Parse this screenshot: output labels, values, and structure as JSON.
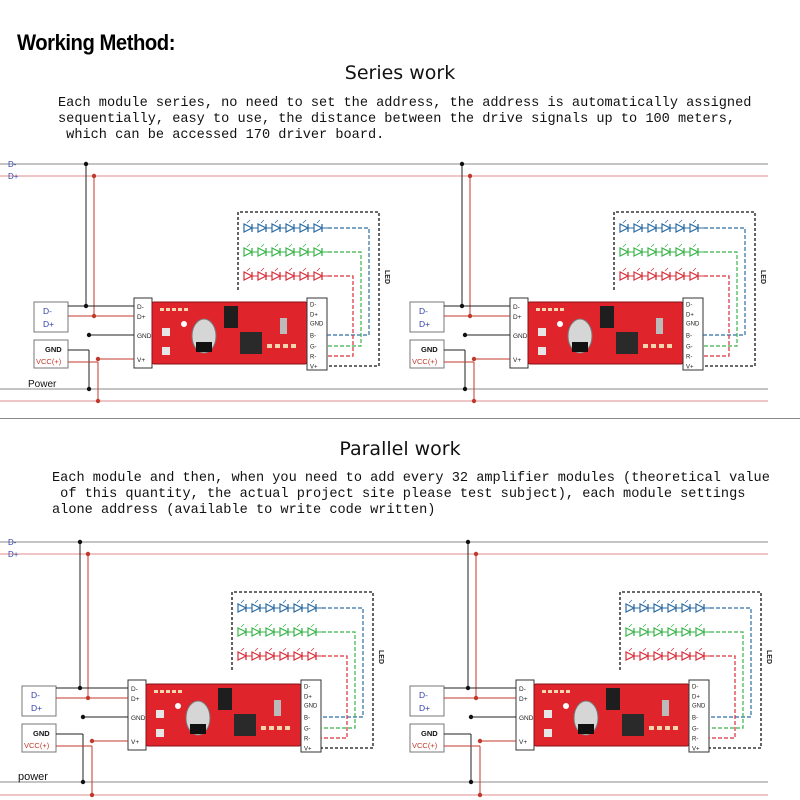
{
  "heading": "Working Method:",
  "sections": [
    {
      "title": "Series work",
      "paragraph": [
        "Each module series, no need to set the address, the address is automatically assigned",
        "sequentially, easy to use, the distance between the drive signals up to 100 meters,",
        " which can be accessed 170 driver board."
      ],
      "bus_labels": {
        "d_minus": "D-",
        "d_plus": "D+",
        "power": "Power"
      }
    },
    {
      "title": "Parallel work",
      "paragraph": [
        "Each module and then, when you need to add every 32 amplifier modules (theoretical value",
        " of this quantity, the actual project site please test subject), each module settings",
        "alone address (available to write code written)"
      ],
      "bus_labels": {
        "d_minus": "D-",
        "d_plus": "D+",
        "power": "power"
      }
    }
  ],
  "module": {
    "in_pins": [
      "D-",
      "D+",
      "GND",
      "V+"
    ],
    "out_pins": [
      "D-",
      "D+",
      "GND",
      "B-",
      "G-",
      "R-",
      "V+"
    ],
    "box_data": [
      "D-",
      "D+"
    ],
    "box_power": [
      "GND",
      "VCC(+)"
    ],
    "led_label": "LED"
  },
  "colors": {
    "black_wire": "#222222",
    "red_wire": "#c0392b",
    "bus_gray": "#999999",
    "blue": "#2e6da4",
    "green": "#39b54a",
    "red_led": "#d9303a",
    "board": "#e0242c"
  }
}
